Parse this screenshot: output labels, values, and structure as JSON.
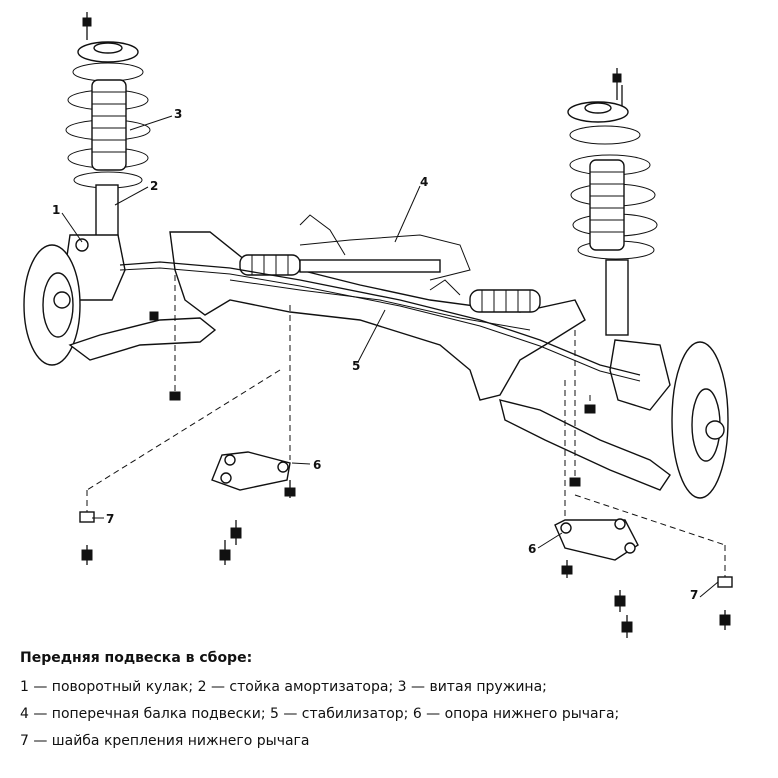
{
  "diagram": {
    "callouts": [
      {
        "id": "1"
      },
      {
        "id": "2"
      },
      {
        "id": "3"
      },
      {
        "id": "4"
      },
      {
        "id": "5"
      },
      {
        "id": "6"
      },
      {
        "id": "6"
      },
      {
        "id": "7"
      },
      {
        "id": "7"
      }
    ]
  },
  "caption": {
    "title": "Передняя подвеска в сборе:",
    "lines": [
      "1 — поворотный кулак; 2 — стойка амортизатора; 3 — витая пружина;",
      "4 — поперечная балка подвески; 5 — стабилизатор; 6 — опора нижнего рычага;",
      "7 — шайба крепления нижнего рычага"
    ]
  }
}
